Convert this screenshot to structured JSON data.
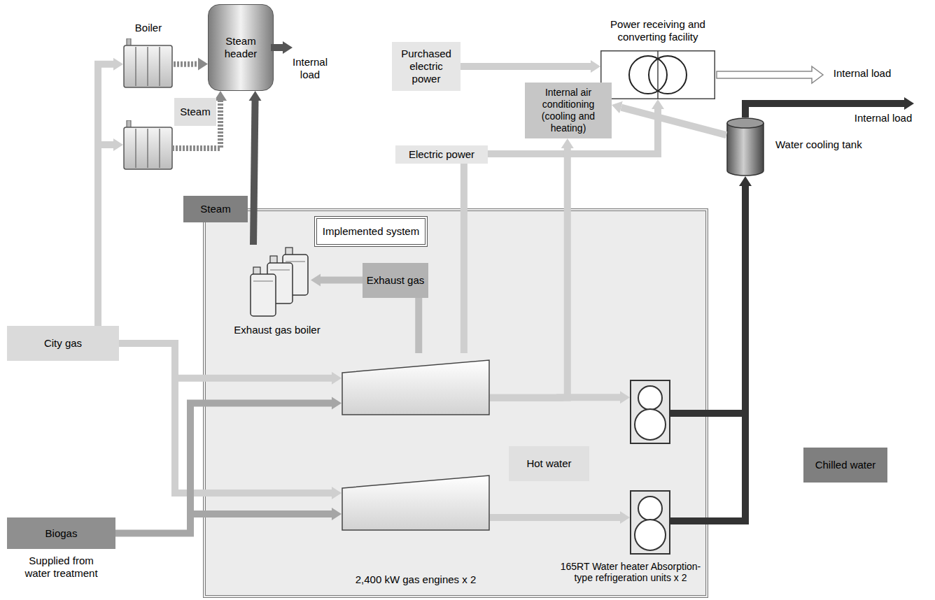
{
  "diagram": {
    "nodes": [
      {
        "text": [
          "Boiler"
        ]
      },
      {
        "text": [
          "Steam header"
        ]
      },
      {
        "text": [
          "Purchased electric power"
        ]
      },
      {
        "text": [
          "Power receiving and converting facility"
        ]
      },
      {
        "text": [
          "Internal air conditioning (cooling and heating)"
        ]
      },
      {
        "text": [
          "Implemented system"
        ]
      },
      {
        "text": [
          "Exhaust gas boiler"
        ],
        "in": 5
      },
      {
        "text": [
          "2,400 kW gas engines x 2"
        ],
        "in": 5
      },
      {
        "text": [
          "165RT Water heater Absorption-type refrigeration units x 2"
        ],
        "in": 5
      },
      {
        "text": [
          "Water cooling tank"
        ]
      },
      {
        "text": [
          "City gas"
        ]
      },
      {
        "text": [
          "Biogas",
          "Supplied from water treatment"
        ]
      }
    ],
    "edges": [
      {
        "from": 10,
        "to": 0,
        "arrow": "to"
      },
      {
        "from": 10,
        "to": 7,
        "arrow": "to"
      },
      {
        "from": 11,
        "to": 7,
        "arrow": "to"
      },
      {
        "from": 0,
        "to": 1,
        "label": "Steam",
        "arrow": "to"
      },
      {
        "from": 6,
        "to": 1,
        "label": "Steam",
        "arrow": "to"
      },
      {
        "from": 7,
        "to": 6,
        "label": "Exhaust gas",
        "arrow": "to"
      },
      {
        "from": 7,
        "to": 3,
        "label": "Electric power",
        "arrow": "to"
      },
      {
        "from": 2,
        "to": 3,
        "arrow": "to"
      },
      {
        "from": 7,
        "to": 8,
        "label": "Hot water",
        "arrow": "to"
      },
      {
        "from": 7,
        "to": 4,
        "arrow": "to"
      },
      {
        "from": 8,
        "to": 9,
        "label": "Chilled water",
        "arrow": "to"
      },
      {
        "from": 9,
        "to": 4,
        "arrow": "to"
      }
    ],
    "labels": [
      "Internal load",
      "Internal load",
      "Internal load"
    ]
  }
}
